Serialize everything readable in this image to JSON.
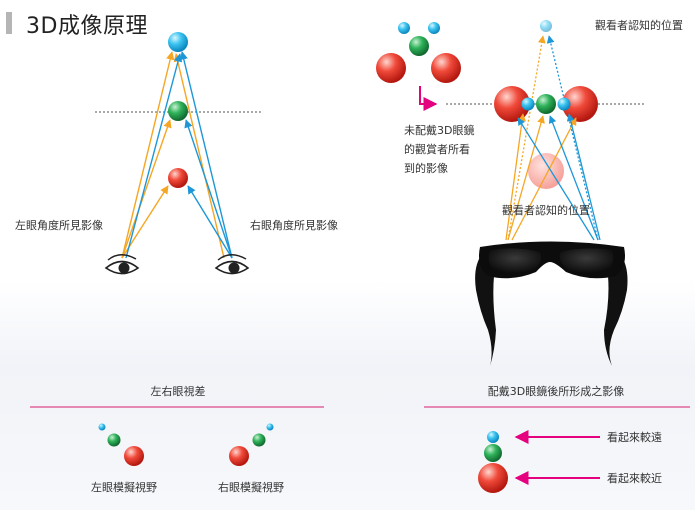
{
  "title": "3D成像原理",
  "labels": {
    "left_eye_view": "左眼角度所見影像",
    "right_eye_view": "右眼角度所見影像",
    "parallax": "左右眼視差",
    "left_sim": "左眼模擬視野",
    "right_sim": "右眼模擬視野",
    "perceived_position_top": "觀看者認知的位置",
    "perceived_position_mid": "觀看者認知的位置",
    "no_glasses_line1": "未配戴3D眼鏡",
    "no_glasses_line2": "的觀賞者所看",
    "no_glasses_line3": "到的影像",
    "with_glasses": "配戴3D眼鏡後所形成之影像",
    "looks_far": "看起來較遠",
    "looks_near": "看起來較近"
  },
  "colors": {
    "left_ray": "#f5a623",
    "right_ray": "#1d97d8",
    "divider": "#d81b6e",
    "arrow": "#e4007f",
    "blue_ball": "#1eb3e6",
    "green_ball": "#1f9e4a",
    "red_ball": "#e63a2f",
    "dashed": "#555555"
  },
  "icons": {
    "eye": "eye-icon",
    "glasses": "3d-glasses-icon",
    "arrow": "arrow-left-icon"
  }
}
